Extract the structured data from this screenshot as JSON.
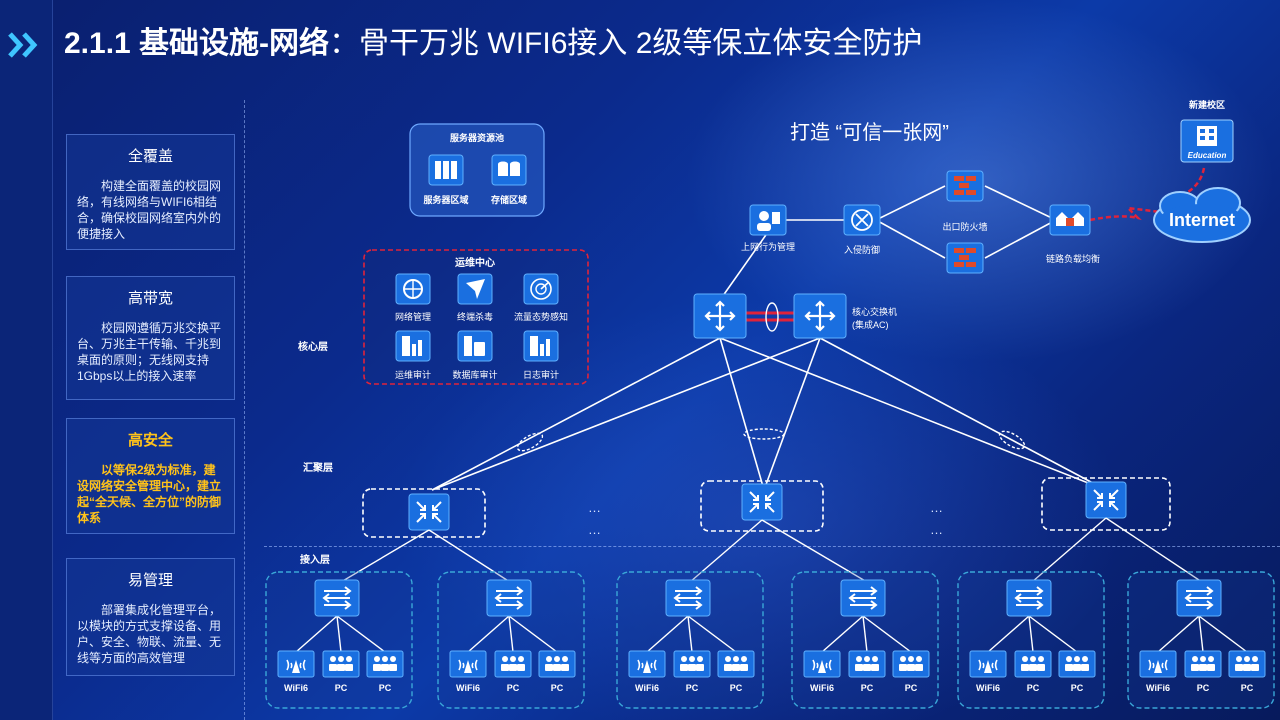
{
  "header": {
    "title_bold": "2.1.1 基础设施-网络",
    "title_rest": "：骨干万兆  WIFI6接入  2级等保立体安全防护"
  },
  "features": [
    {
      "title": "全覆盖",
      "desc": "构建全面覆盖的校园网络，有线网络与WIFI6相结合，确保校园网络室内外的便捷接入"
    },
    {
      "title": "高带宽",
      "desc": "校园网遵循万兆交换平台、万兆主干传输、千兆到桌面的原则；无线网支持1Gbps以上的接入速率"
    },
    {
      "title": "高安全",
      "desc": "以等保2级为标准，建设网络安全管理中心，建立起“全天候、全方位”的防御体系"
    },
    {
      "title": "易管理",
      "desc": "部署集成化管理平台，以模块的方式支撑设备、用户、安全、物联、流量、无线等方面的高效管理"
    }
  ],
  "diagram": {
    "slogan": "打造 “可信一张网”",
    "server_pool": {
      "title": "服务器资源池",
      "items": [
        "服务器区域",
        "存储区域"
      ]
    },
    "ops_center": {
      "title": "运维中心",
      "items": [
        "网络管理",
        "终端杀毒",
        "流量态势感知",
        "运维审计",
        "数据库审计",
        "日志审计"
      ]
    },
    "internet_label": "Internet",
    "new_campus": "新建校区",
    "education_badge": "Education",
    "behavior_mgmt": "上网行为管理",
    "ips": "入侵防御",
    "firewall": "出口防火墙",
    "load_balance": "链路负载均衡",
    "core_switch_line1": "核心交换机",
    "core_switch_line2": "(集成AC)",
    "layers": {
      "core": "核心层",
      "aggregation": "汇聚层",
      "access": "接入层"
    },
    "ellipsis": "…",
    "endpoint_labels": [
      "WiFi6",
      "PC",
      "PC"
    ]
  },
  "colors": {
    "highlight": "#ffc21a",
    "ops_border": "#e0233a",
    "icon_blue": "#1a6fe0",
    "link_red": "#e0233a"
  }
}
